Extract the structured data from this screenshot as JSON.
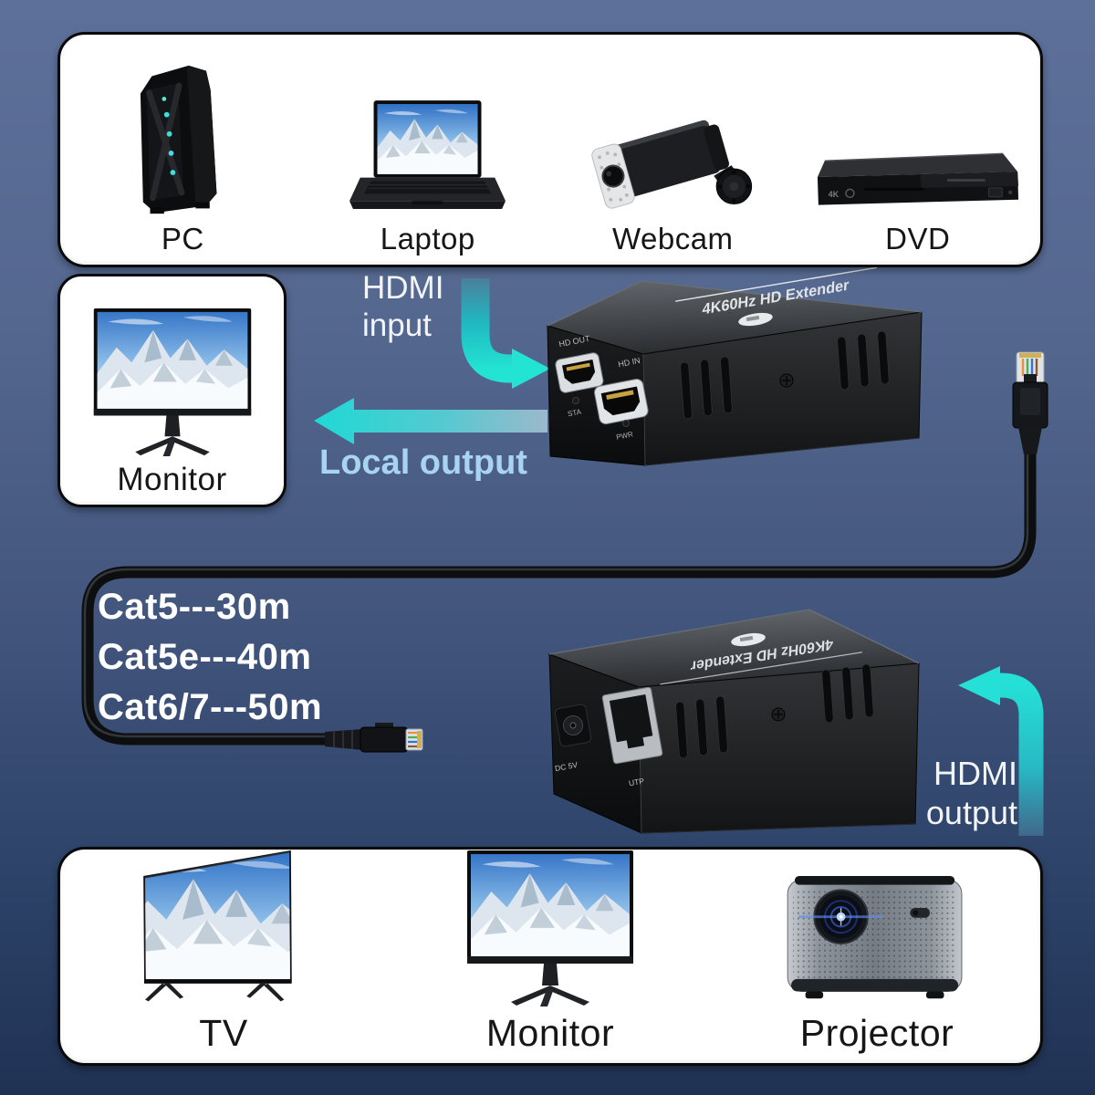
{
  "background": {
    "top_color": "#5d7099",
    "bottom_color": "#203254"
  },
  "accent": {
    "arrow_cyan": "#23e0d4",
    "local_output_text_color": "#a9d4f0"
  },
  "source_panel": {
    "devices": [
      {
        "label": "PC"
      },
      {
        "label": "Laptop"
      },
      {
        "label": "Webcam"
      },
      {
        "label": "DVD"
      }
    ]
  },
  "local_monitor_panel": {
    "label": "Monitor"
  },
  "transmitter": {
    "brand": "4K60Hz HD Extender",
    "ports": {
      "hdmi_out": "HD OUT",
      "hdmi_in": "HD IN",
      "status_led": "STA",
      "power_led": "PWR"
    }
  },
  "receiver": {
    "brand": "4K60Hz HD Extender",
    "ports": {
      "power": "DC 5V",
      "ethernet": "UTP"
    }
  },
  "annotations": {
    "hdmi_input": {
      "line1": "HDMI",
      "line2": "input"
    },
    "local_output": "Local output",
    "hdmi_output": {
      "line1": "HDMI",
      "line2": "output"
    },
    "cable_specs": [
      "Cat5---30m",
      "Cat5e---40m",
      "Cat6/7---50m"
    ]
  },
  "display_panel": {
    "devices": [
      {
        "label": "TV"
      },
      {
        "label": "Monitor"
      },
      {
        "label": "Projector"
      }
    ]
  }
}
